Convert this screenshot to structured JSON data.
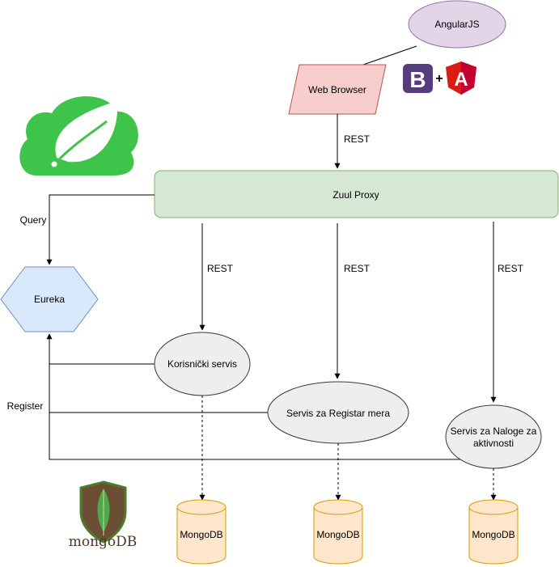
{
  "diagram": {
    "angular_node": "AngularJS",
    "browser_node": "Web Browser",
    "proxy_node": "Zuul Proxy",
    "eureka_node": "Eureka",
    "user_service": "Korisnički servis",
    "registry_service": "Servis za Registar mera",
    "orders_service_line1": "Servis za Naloge za",
    "orders_service_line2": "aktivnosti",
    "db1": "MongoDB",
    "db2": "MongoDB",
    "db3": "MongoDB",
    "edge_rest_browser": "REST",
    "edge_rest_user": "REST",
    "edge_rest_registry": "REST",
    "edge_rest_orders": "REST",
    "edge_query": "Query",
    "edge_register": "Register",
    "mongodb_logo_text": "mongoDB",
    "bootstrap_logo": "B",
    "plus_sign": "+",
    "angular_logo": "A"
  },
  "colors": {
    "angular_fill": "#e1d5e7",
    "angular_stroke": "#9673a6",
    "browser_fill": "#f8cecc",
    "browser_stroke": "#b85450",
    "proxy_fill": "#d5e8d4",
    "proxy_stroke": "#82b366",
    "eureka_fill": "#dae8fc",
    "eureka_stroke": "#6c8ebf",
    "service_fill": "#eeeeee",
    "service_stroke": "#36393d",
    "db_fill": "#ffe6cc",
    "db_stroke": "#d79b00",
    "spring_green": "#3ec34b",
    "bootstrap_purple": "#563d7c",
    "angular_red": "#dd1b16"
  }
}
